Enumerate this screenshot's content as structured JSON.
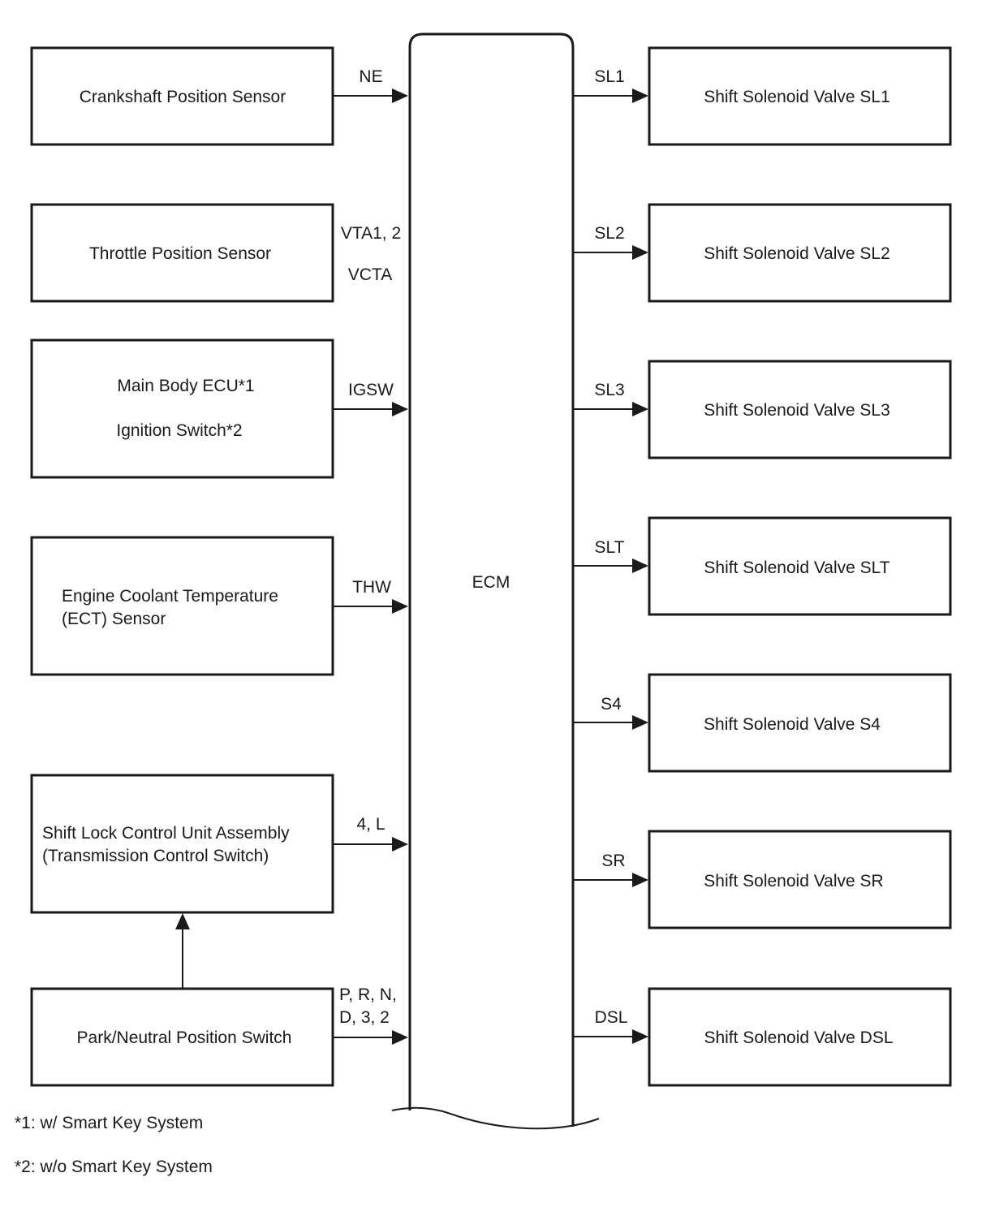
{
  "ecm": {
    "label": "ECM"
  },
  "inputs": [
    {
      "id": "crankshaft",
      "lines": [
        "Crankshaft Position Sensor"
      ],
      "signal": [
        "NE"
      ]
    },
    {
      "id": "throttle",
      "lines": [
        "Throttle Position Sensor"
      ],
      "signal": [
        "VTA1, 2",
        "VCTA"
      ]
    },
    {
      "id": "main-body",
      "lines": [
        "Main Body ECU*1",
        "Ignition Switch*2"
      ],
      "signal": [
        "IGSW"
      ]
    },
    {
      "id": "ect",
      "lines": [
        "Engine Coolant Temperature",
        "(ECT) Sensor"
      ],
      "signal": [
        "THW"
      ]
    },
    {
      "id": "shift-lock",
      "lines": [
        "Shift Lock Control Unit Assembly",
        "(Transmission Control Switch)"
      ],
      "signal": [
        "4, L"
      ]
    },
    {
      "id": "park-neutral",
      "lines": [
        "Park/Neutral Position Switch"
      ],
      "signal": [
        "P, R, N,",
        "D, 3, 2"
      ]
    }
  ],
  "outputs": [
    {
      "id": "sl1",
      "label": "Shift Solenoid Valve SL1",
      "signal": "SL1"
    },
    {
      "id": "sl2",
      "label": "Shift Solenoid Valve SL2",
      "signal": "SL2"
    },
    {
      "id": "sl3",
      "label": "Shift Solenoid Valve SL3",
      "signal": "SL3"
    },
    {
      "id": "slt",
      "label": "Shift Solenoid Valve SLT",
      "signal": "SLT"
    },
    {
      "id": "s4",
      "label": "Shift Solenoid Valve S4",
      "signal": "S4"
    },
    {
      "id": "sr",
      "label": "Shift Solenoid Valve SR",
      "signal": "SR"
    },
    {
      "id": "dsl",
      "label": "Shift Solenoid Valve DSL",
      "signal": "DSL"
    }
  ],
  "notes": [
    "*1: w/ Smart Key System",
    "*2: w/o Smart Key System"
  ]
}
